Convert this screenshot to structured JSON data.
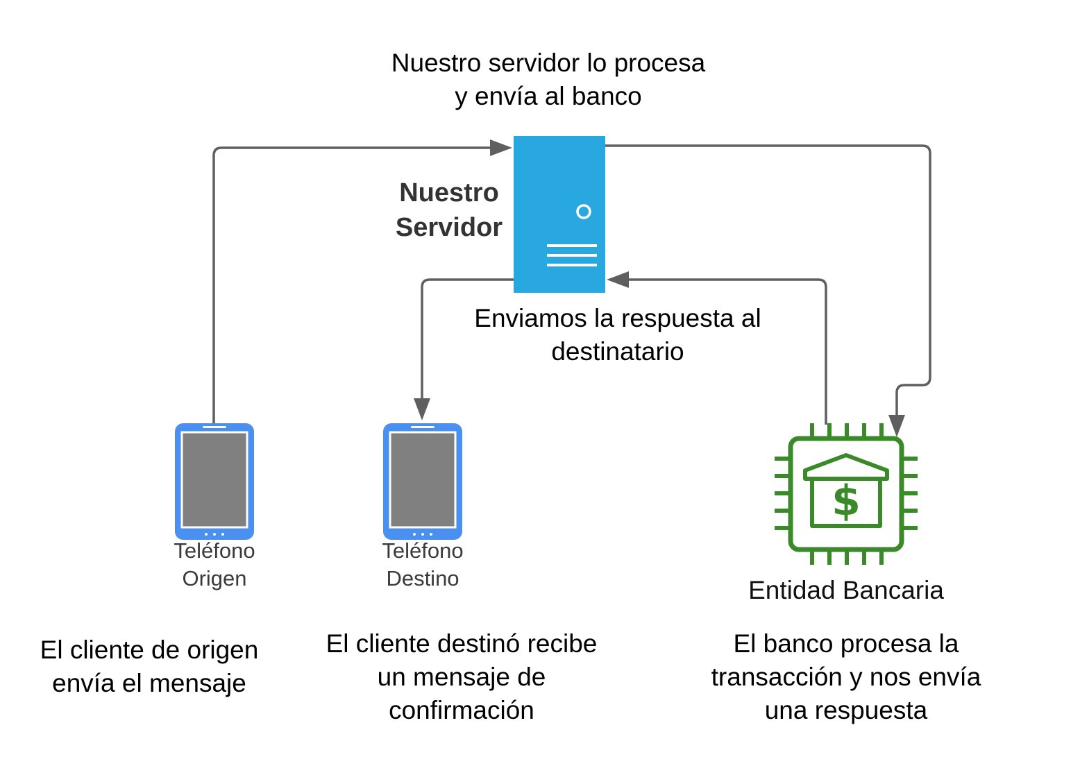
{
  "nodes": {
    "server": {
      "label_lines": [
        "Nuestro",
        "Servidor"
      ],
      "icon": "server-icon",
      "color": "#29a8e0"
    },
    "phone_origin": {
      "label_lines": [
        "Teléfono",
        "Origen"
      ],
      "icon": "smartphone-icon",
      "color": "#4a90f0"
    },
    "phone_destination": {
      "label_lines": [
        "Teléfono",
        "Destino"
      ],
      "icon": "smartphone-icon",
      "color": "#4a90f0"
    },
    "bank": {
      "label": "Entidad Bancaria",
      "icon": "bank-chip-icon",
      "color": "#3a8a2a"
    }
  },
  "captions": {
    "server_process": [
      "Nuestro servidor lo procesa",
      "y envía al banco"
    ],
    "send_response": [
      "Enviamos la respuesta al",
      "destinatario"
    ],
    "origin_sends": [
      "El cliente de origen",
      "envía el mensaje"
    ],
    "destination_receives": [
      "El cliente destinó recibe",
      "un mensaje de",
      "confirmación"
    ],
    "bank_processes": [
      "El banco procesa la",
      "transacción y nos envía",
      "una respuesta"
    ]
  },
  "connectors": [
    {
      "from": "phone_origin",
      "to": "server"
    },
    {
      "from": "server",
      "to": "bank"
    },
    {
      "from": "bank",
      "to": "server"
    },
    {
      "from": "server",
      "to": "phone_destination"
    }
  ],
  "colors": {
    "connector": "#5f5f5f",
    "phone_screen": "#808080"
  }
}
